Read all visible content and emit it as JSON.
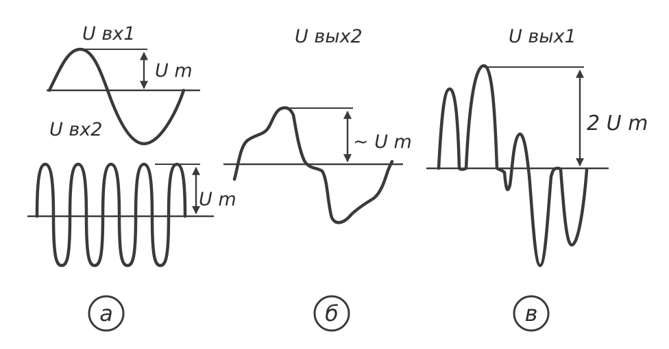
{
  "figure": {
    "panels": [
      {
        "id": "a",
        "label": "a",
        "signals": [
          {
            "name": "U вх1",
            "amplitude_label": "U m"
          },
          {
            "name": "U вх2",
            "amplitude_label": "U m"
          }
        ]
      },
      {
        "id": "b",
        "label": "б",
        "signals": [
          {
            "name": "U вых2",
            "amplitude_label": "~ U m"
          }
        ]
      },
      {
        "id": "c",
        "label": "в",
        "signals": [
          {
            "name": "U вых1",
            "amplitude_label": "2 U m"
          }
        ]
      }
    ]
  }
}
